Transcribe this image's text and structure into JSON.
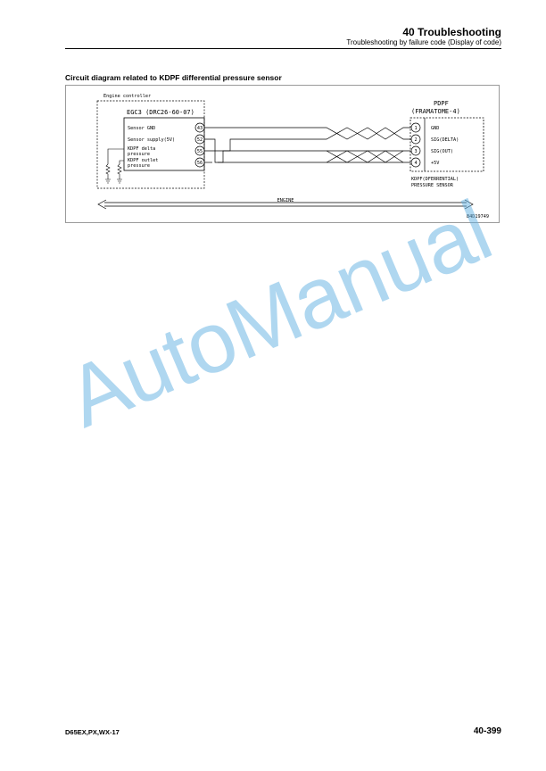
{
  "header": {
    "title": "40 Troubleshooting",
    "subtitle": "Troubleshooting by failure code (Display of code)"
  },
  "section": {
    "title": "Circuit diagram related to KDPF differential pressure sensor"
  },
  "diagram": {
    "controller_group_label": "Engine controller",
    "controller_connector": "EGC3 (DRC26-60-07)",
    "controller_pins": [
      {
        "label": "Sensor GND",
        "pin": "43"
      },
      {
        "label": "Sensor supply(5V)",
        "pin": "52"
      },
      {
        "label_line1": "KDPF delta",
        "label_line2": "pressure",
        "pin": "55"
      },
      {
        "label_line1": "KDPF outlet",
        "label_line2": "pressure",
        "pin": "56"
      }
    ],
    "sensor_connector_name": "PDPF",
    "sensor_connector_type": "(FRAMATOME-4)",
    "sensor_pins": [
      {
        "pin": "1",
        "label": "GND"
      },
      {
        "pin": "2",
        "label": "SIG(DELTA)"
      },
      {
        "pin": "3",
        "label": "SIG(OUT)"
      },
      {
        "pin": "4",
        "label": "+5V"
      }
    ],
    "sensor_name_line1": "KDPF(DFERRENTIAL)",
    "sensor_name_line2": "PRESSURE SENSOR",
    "harness_label": "ENGINE",
    "figure_code": "B4D19749"
  },
  "watermark": "AutoManual",
  "footer": {
    "model": "D65EX,PX,WX-17",
    "page": "40-399"
  }
}
